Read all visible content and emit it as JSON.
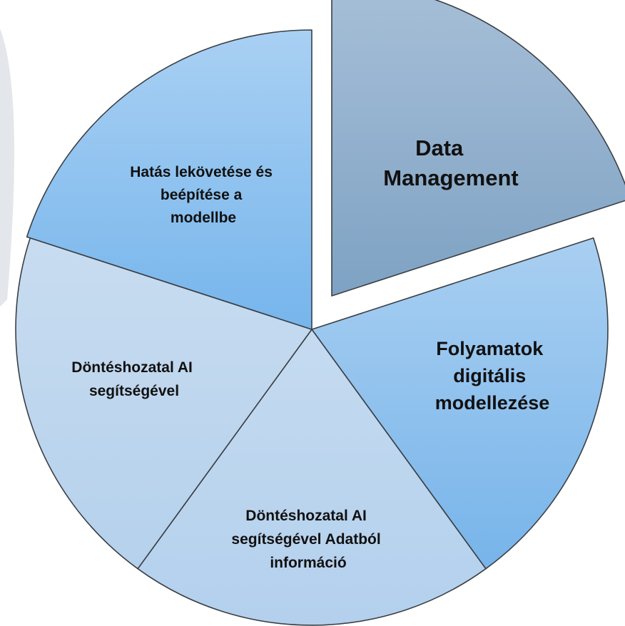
{
  "diagram": {
    "segments": [
      {
        "id": "data-management",
        "lines": [
          "Data",
          "Management"
        ],
        "fill_top": "#a7bfd8",
        "fill_bottom": "#7ea2c3",
        "exploded": true
      },
      {
        "id": "folyamatok",
        "lines": [
          "Folyamatok",
          "digitális",
          "modellezése"
        ],
        "fill_top": "#a9cff1",
        "fill_bottom": "#77b4ea",
        "exploded": false
      },
      {
        "id": "adatbol-informacio",
        "lines": [
          "Döntéshozatal AI",
          "segítségével Adatból",
          "információ"
        ],
        "fill_top": "#c5dbf0",
        "fill_bottom": "#b3d0ed",
        "exploded": false
      },
      {
        "id": "donteshozatal",
        "lines": [
          "Döntéshozatal AI",
          "segítségével"
        ],
        "fill_top": "#c8dcf0",
        "fill_bottom": "#b5d1ec",
        "exploded": false
      },
      {
        "id": "hatas-lekovetese",
        "lines": [
          "Hatás lekövetése és",
          "beépítése a",
          "modellbe"
        ],
        "fill_top": "#a9d0f3",
        "fill_bottom": "#76b5ec",
        "exploded": false
      }
    ],
    "background_accent": "#d7dbe0"
  }
}
